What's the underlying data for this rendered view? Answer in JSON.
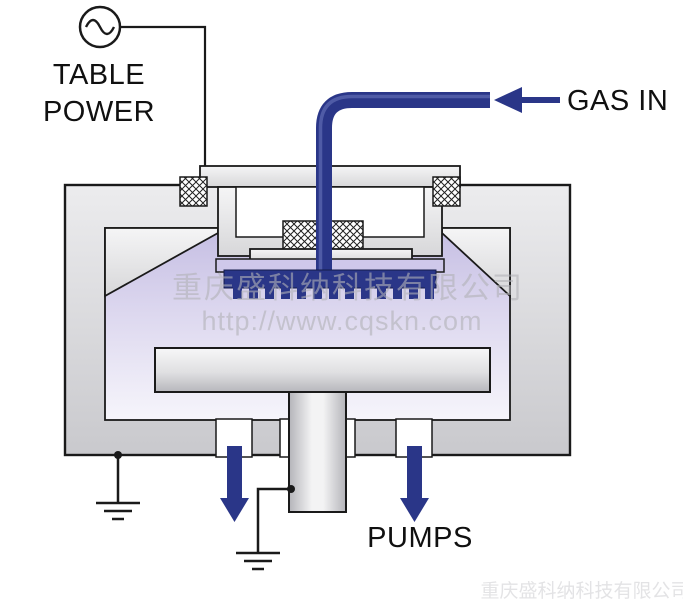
{
  "diagram": {
    "labels": {
      "table_power_line1": "TABLE",
      "table_power_line2": "POWER",
      "gas_in": "GAS IN",
      "pumps": "PUMPS"
    },
    "watermark": {
      "company": "重庆盛科纳科技有限公司",
      "url": "http://www.cqskn.com",
      "corner": "重庆盛科纳科技有限公司"
    },
    "colors": {
      "navy": "#2a3688",
      "outline": "#1a1a1a",
      "label": "#101010",
      "metal_light": "#f2f2f3",
      "metal_dark": "#c6c6ca",
      "plasma_top": "#c5bee3",
      "plasma_bottom": "#f6f5fb",
      "electrode_lavender": "#cfc8ea",
      "watermark_gray": "#b2b2b7",
      "background": "#ffffff"
    },
    "icons": {
      "ac_source": "sine-wave-in-circle",
      "ground": "earth-ground-bars",
      "gas_flow_arrow": "left-arrow",
      "pump_arrow": "down-arrow"
    }
  }
}
